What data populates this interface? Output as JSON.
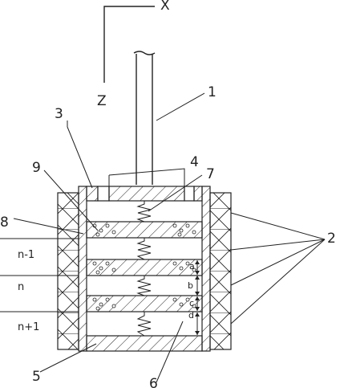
{
  "axes": {
    "x": "X",
    "z": "Z"
  },
  "callouts": {
    "c1": "1",
    "c2": "2",
    "c3": "3",
    "c4": "4",
    "c5": "5",
    "c6": "6",
    "c7": "7",
    "c8": "8",
    "c9": "9"
  },
  "levels": {
    "prev": "n-1",
    "curr": "n",
    "next": "n+1"
  },
  "dims": {
    "a": "a",
    "b": "b",
    "c": "c",
    "d": "d"
  }
}
